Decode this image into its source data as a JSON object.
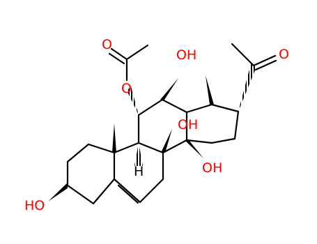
{
  "molecule": {
    "labels": {
      "oh_3": "HO",
      "oh_12": "OH",
      "oh_8": "OH",
      "oh_14": "OH",
      "o_ester": "O",
      "o_carbonyl_acetate": "O",
      "o_carbonyl_ketone": "O",
      "h_9": "H"
    },
    "colors": {
      "oxygen": "#ff0000",
      "bond": "#000000",
      "hydrogen": "#000000"
    }
  }
}
